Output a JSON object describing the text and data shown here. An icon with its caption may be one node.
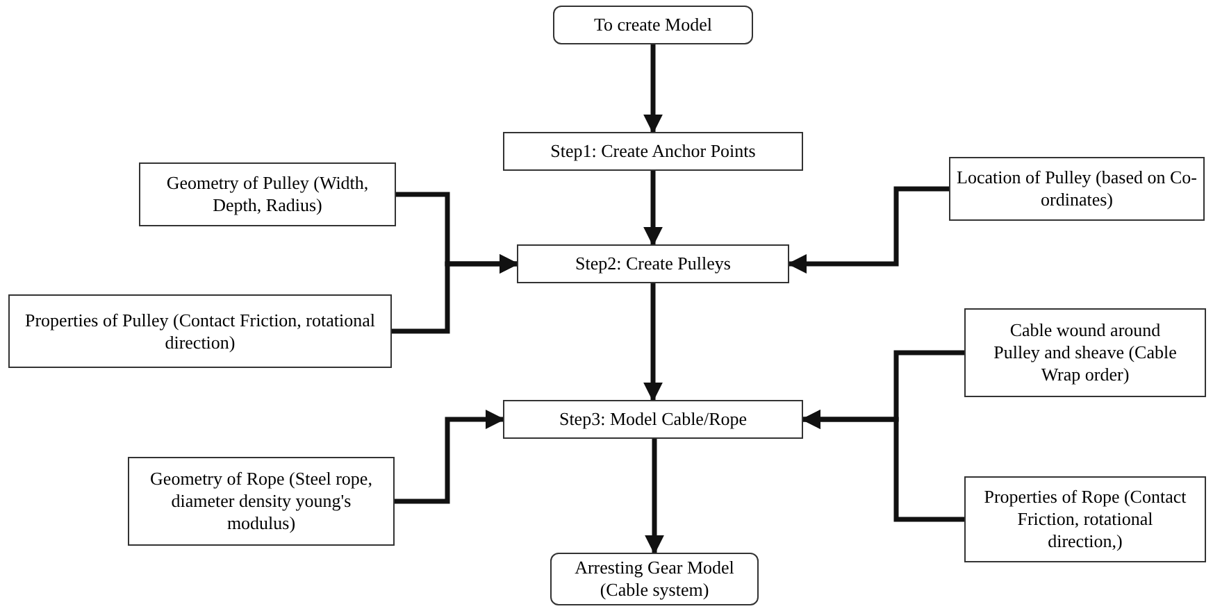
{
  "diagram": {
    "nodes": [
      {
        "text": [
          "To create Model"
        ]
      },
      {
        "text": [
          "Step1: Create Anchor Points"
        ]
      },
      {
        "text": [
          "Geometry of Pulley (Width, Depth, Radius)"
        ]
      },
      {
        "text": [
          "Location of Pulley (based on Co-ordinates)"
        ]
      },
      {
        "text": [
          "Step2: Create Pulleys"
        ]
      },
      {
        "text": [
          "Properties of Pulley (Contact Friction, rotational direction)"
        ]
      },
      {
        "text": [
          "Cable wound around Pulley and sheave (Cable Wrap order)"
        ]
      },
      {
        "text": [
          "Step3: Model Cable/Rope"
        ]
      },
      {
        "text": [
          "Geometry of Rope (Steel rope, diameter density young's modulus)"
        ]
      },
      {
        "text": [
          "Properties of Rope (Contact Friction, rotational direction,)"
        ]
      },
      {
        "text": [
          "Arresting Gear Model (Cable system)"
        ]
      }
    ],
    "edges": [
      {
        "from": 0,
        "to": 1,
        "arrow": "to"
      },
      {
        "from": 1,
        "to": 4,
        "arrow": "to"
      },
      {
        "from": 2,
        "to": 4,
        "arrow": "to"
      },
      {
        "from": 5,
        "to": 4,
        "arrow": "to"
      },
      {
        "from": 3,
        "to": 4,
        "arrow": "to"
      },
      {
        "from": 4,
        "to": 7,
        "arrow": "to"
      },
      {
        "from": 8,
        "to": 7,
        "arrow": "to"
      },
      {
        "from": 6,
        "to": 7,
        "arrow": "to"
      },
      {
        "from": 9,
        "to": 7,
        "arrow": "to"
      },
      {
        "from": 7,
        "to": 10,
        "arrow": "to"
      }
    ]
  }
}
